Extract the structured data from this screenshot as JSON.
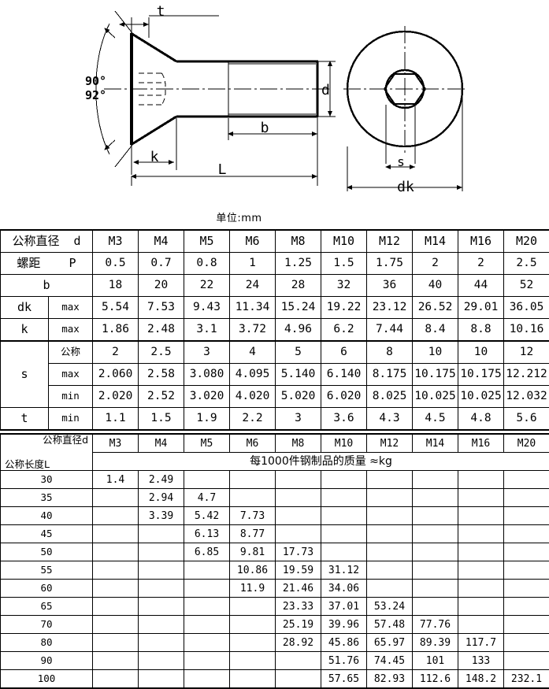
{
  "drawing": {
    "labels": {
      "t": "t",
      "k": "k",
      "L": "L",
      "b": "b",
      "d": "d",
      "s": "s",
      "dk": "dk",
      "angle_top": "90°",
      "angle_bottom": "92°"
    }
  },
  "unit_caption": "单位:mm",
  "table1": {
    "row_labels": {
      "d": "公称直径",
      "d_sym": "d",
      "P": "螺距",
      "P_sym": "P",
      "b": "b",
      "dk": "dk",
      "k": "k",
      "s": "s",
      "t": "t",
      "max": "max",
      "min": "min",
      "nominal": "公称"
    },
    "sizes": [
      "M3",
      "M4",
      "M5",
      "M6",
      "M8",
      "M10",
      "M12",
      "M14",
      "M16",
      "M20"
    ],
    "rows": [
      {
        "label": "螺距",
        "sym": "P",
        "sub": "",
        "values": [
          "0.5",
          "0.7",
          "0.8",
          "1",
          "1.25",
          "1.5",
          "1.75",
          "2",
          "2",
          "2.5"
        ]
      },
      {
        "label": "b",
        "sym": "",
        "sub": "",
        "values": [
          "18",
          "20",
          "22",
          "24",
          "28",
          "32",
          "36",
          "40",
          "44",
          "52"
        ]
      },
      {
        "label": "dk",
        "sym": "",
        "sub": "max",
        "values": [
          "5.54",
          "7.53",
          "9.43",
          "11.34",
          "15.24",
          "19.22",
          "23.12",
          "26.52",
          "29.01",
          "36.05"
        ]
      },
      {
        "label": "k",
        "sym": "",
        "sub": "max",
        "values": [
          "1.86",
          "2.48",
          "3.1",
          "3.72",
          "4.96",
          "6.2",
          "7.44",
          "8.4",
          "8.8",
          "10.16"
        ]
      },
      {
        "label": "s",
        "sym": "",
        "sub": "公称",
        "values": [
          "2",
          "2.5",
          "3",
          "4",
          "5",
          "6",
          "8",
          "10",
          "10",
          "12"
        ]
      },
      {
        "label": "s",
        "sym": "",
        "sub": "max",
        "values": [
          "2.060",
          "2.58",
          "3.080",
          "4.095",
          "5.140",
          "6.140",
          "8.175",
          "10.175",
          "10.175",
          "12.212"
        ]
      },
      {
        "label": "s",
        "sym": "",
        "sub": "min",
        "values": [
          "2.020",
          "2.52",
          "3.020",
          "4.020",
          "5.020",
          "6.020",
          "8.025",
          "10.025",
          "10.025",
          "12.032"
        ]
      },
      {
        "label": "t",
        "sym": "",
        "sub": "min",
        "values": [
          "1.1",
          "1.5",
          "1.9",
          "2.2",
          "3",
          "3.6",
          "4.3",
          "4.5",
          "4.8",
          "5.6"
        ]
      }
    ]
  },
  "table2": {
    "corner_top": "公称直径d",
    "corner_bottom": "公称长度L",
    "sizes": [
      "M3",
      "M4",
      "M5",
      "M6",
      "M8",
      "M10",
      "M12",
      "M14",
      "M16",
      "M20"
    ],
    "mass_header": "每1000件钢制品的质量 ≈kg",
    "lengths": [
      "30",
      "35",
      "40",
      "45",
      "50",
      "55",
      "60",
      "65",
      "70",
      "80",
      "90",
      "100"
    ],
    "mass_rows": [
      [
        "1.4",
        "2.49",
        "",
        "",
        "",
        "",
        "",
        "",
        "",
        ""
      ],
      [
        "",
        "2.94",
        "4.7",
        "",
        "",
        "",
        "",
        "",
        "",
        ""
      ],
      [
        "",
        "3.39",
        "5.42",
        "7.73",
        "",
        "",
        "",
        "",
        "",
        ""
      ],
      [
        "",
        "",
        "6.13",
        "8.77",
        "",
        "",
        "",
        "",
        "",
        ""
      ],
      [
        "",
        "",
        "6.85",
        "9.81",
        "17.73",
        "",
        "",
        "",
        "",
        ""
      ],
      [
        "",
        "",
        "",
        "10.86",
        "19.59",
        "31.12",
        "",
        "",
        "",
        ""
      ],
      [
        "",
        "",
        "",
        "11.9",
        "21.46",
        "34.06",
        "",
        "",
        "",
        ""
      ],
      [
        "",
        "",
        "",
        "",
        "23.33",
        "37.01",
        "53.24",
        "",
        "",
        ""
      ],
      [
        "",
        "",
        "",
        "",
        "25.19",
        "39.96",
        "57.48",
        "77.76",
        "",
        ""
      ],
      [
        "",
        "",
        "",
        "",
        "28.92",
        "45.86",
        "65.97",
        "89.39",
        "117.7",
        ""
      ],
      [
        "",
        "",
        "",
        "",
        "",
        "51.76",
        "74.45",
        "101",
        "133",
        ""
      ],
      [
        "",
        "",
        "",
        "",
        "",
        "57.65",
        "82.93",
        "112.6",
        "148.2",
        "232.1"
      ]
    ]
  }
}
